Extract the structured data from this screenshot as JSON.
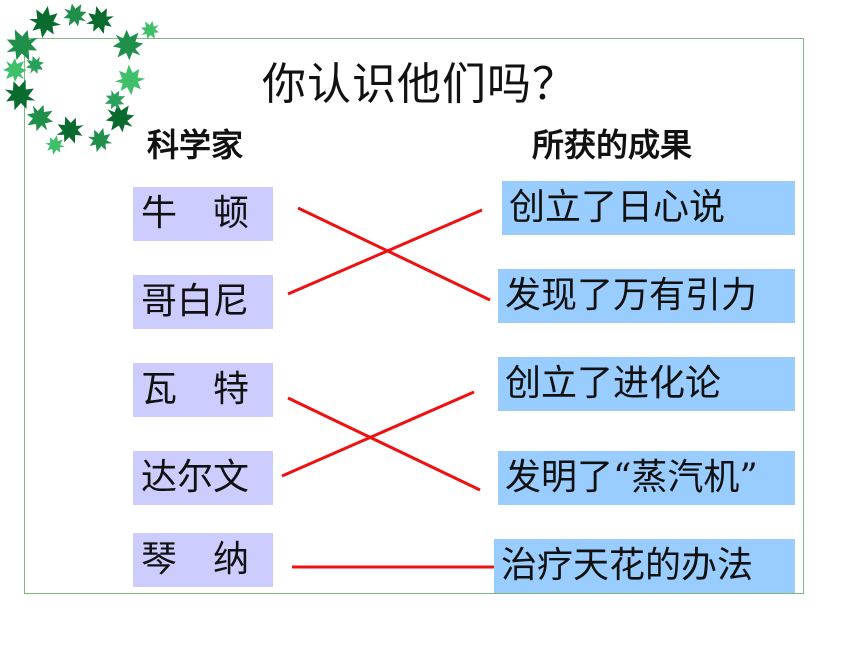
{
  "title": "你认识他们吗？",
  "headers": {
    "scientists": "科学家",
    "achievements": "所获的成果"
  },
  "scientists": [
    {
      "name": "牛　顿"
    },
    {
      "name": "哥白尼"
    },
    {
      "name": "瓦　特"
    },
    {
      "name": "达尔文"
    },
    {
      "name": "琴　纳"
    }
  ],
  "achievements": [
    {
      "text": "创立了日心说"
    },
    {
      "text": "发现了万有引力"
    },
    {
      "text": "创立了进化论"
    },
    {
      "text": "发明了“蒸汽机”"
    },
    {
      "text": "治疗天花的办法"
    }
  ],
  "matches": [
    {
      "scientist": 0,
      "achievement": 1
    },
    {
      "scientist": 1,
      "achievement": 0
    },
    {
      "scientist": 2,
      "achievement": 3
    },
    {
      "scientist": 3,
      "achievement": 2
    },
    {
      "scientist": 4,
      "achievement": 4
    }
  ],
  "colors": {
    "name_box": "#ccccff",
    "achievement_box": "#99ccff",
    "match_line": "#ee1111",
    "frame": "#7fb77f"
  }
}
